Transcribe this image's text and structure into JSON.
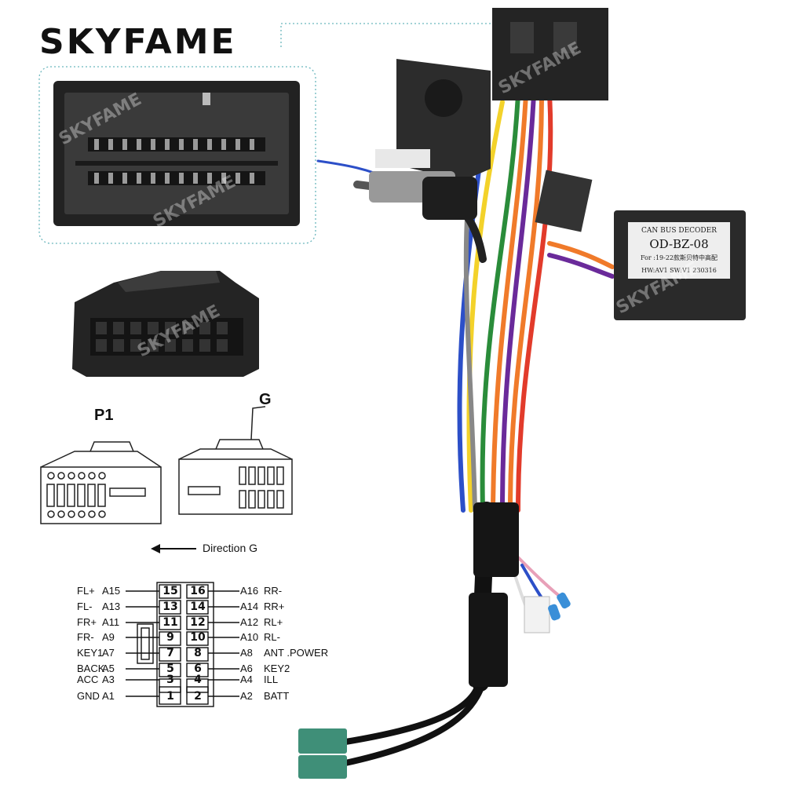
{
  "brand": "SKYFAME",
  "watermark": "SKYFAME",
  "connector_labels": {
    "p1": "P1",
    "g": "G"
  },
  "direction_label": "Direction G",
  "decoder": {
    "line1": "CAN BUS DECODER",
    "line2": "OD-BZ-08",
    "line3": "For :19-22款斯贝特中高配",
    "line4": "HW:AV1  SW:V1  230316"
  },
  "pinout": [
    {
      "num": "15",
      "code": "A15",
      "name": "FL+"
    },
    {
      "num": "16",
      "code": "A16",
      "name": "RR-"
    },
    {
      "num": "13",
      "code": "A13",
      "name": "FL-"
    },
    {
      "num": "14",
      "code": "A14",
      "name": "RR+"
    },
    {
      "num": "11",
      "code": "A11",
      "name": "FR+"
    },
    {
      "num": "12",
      "code": "A12",
      "name": "RL+"
    },
    {
      "num": "9",
      "code": "A9",
      "name": "FR-"
    },
    {
      "num": "10",
      "code": "A10",
      "name": "RL-"
    },
    {
      "num": "7",
      "code": "A7",
      "name": "KEY1"
    },
    {
      "num": "8",
      "code": "A8",
      "name": "ANT .POWER"
    },
    {
      "num": "5",
      "code": "A5",
      "name": "BACK"
    },
    {
      "num": "6",
      "code": "A6",
      "name": "KEY2"
    },
    {
      "num": "3",
      "code": "A3",
      "name": "ACC"
    },
    {
      "num": "4",
      "code": "A4",
      "name": "ILL"
    },
    {
      "num": "1",
      "code": "A1",
      "name": "GND"
    },
    {
      "num": "2",
      "code": "A2",
      "name": "BATT"
    }
  ],
  "colors": {
    "connector": "#2b2b2b",
    "wire_green": "#2a8c3a",
    "wire_orange": "#f07a2a",
    "wire_blue": "#2c4fc8",
    "fakra_green": "#3f8f78"
  }
}
